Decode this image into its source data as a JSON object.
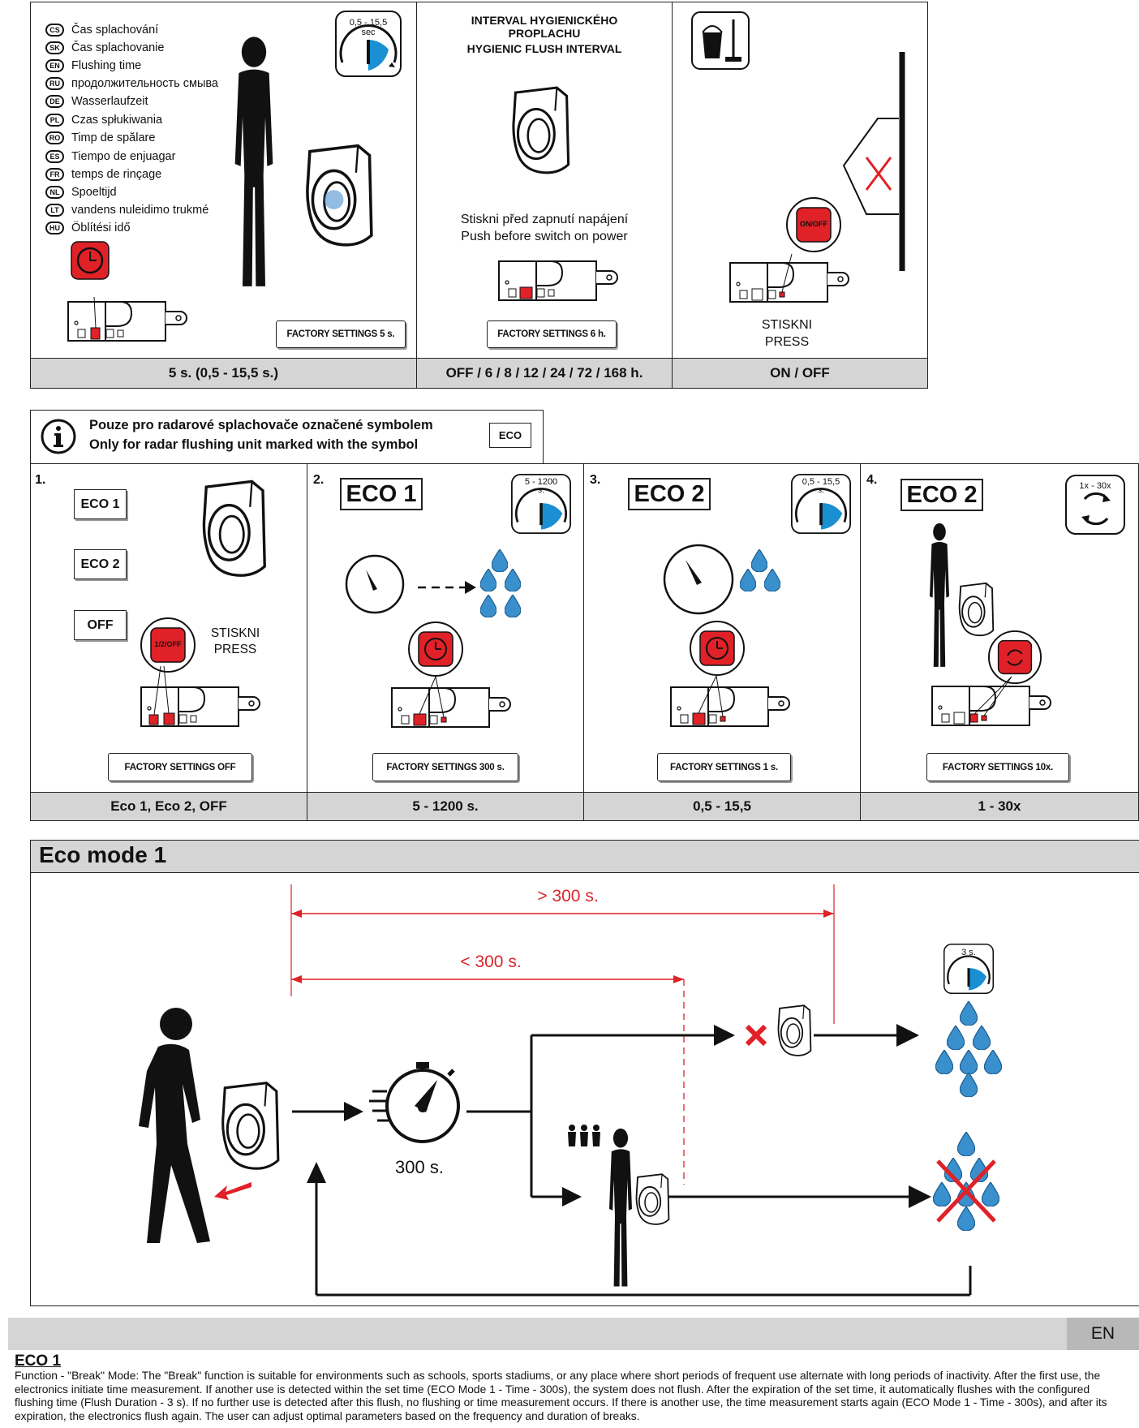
{
  "top": {
    "panel1": {
      "languages": [
        {
          "code": "CS",
          "text": "Čas splachování"
        },
        {
          "code": "SK",
          "text": "Čas splachovanie"
        },
        {
          "code": "EN",
          "text": "Flushing time"
        },
        {
          "code": "RU",
          "text": "продолжительность смыва"
        },
        {
          "code": "DE",
          "text": "Wasserlaufzeit"
        },
        {
          "code": "PL",
          "text": "Czas spłukiwania"
        },
        {
          "code": "RO",
          "text": "Timp de spălare"
        },
        {
          "code": "ES",
          "text": "Tiempo de enjuagar"
        },
        {
          "code": "FR",
          "text": "temps de rinçage"
        },
        {
          "code": "NL",
          "text": "Spoeltijd"
        },
        {
          "code": "LT",
          "text": "vandens nuleidimo trukmé"
        },
        {
          "code": "HU",
          "text": "Öblítési idő"
        }
      ],
      "dial_range": "0,5 - 15,5",
      "dial_unit": "sec",
      "factory": "FACTORY SETTINGS 5 s.",
      "footer": "5 s. (0,5 - 15,5 s.)"
    },
    "panel2": {
      "title_cs": "INTERVAL HYGIENICKÉHO PROPLACHU",
      "title_en": "HYGIENIC FLUSH INTERVAL",
      "instr_cs": "Stiskni před zapnutí napájení",
      "instr_en": "Push before switch on power",
      "factory": "FACTORY SETTINGS 6 h.",
      "footer": "OFF / 6 / 8 / 12 / 24 / 72 / 168 h."
    },
    "panel3": {
      "button_label": "ON/OFF",
      "press_cs": "STISKNI",
      "press_en": "PRESS",
      "footer": "ON / OFF"
    }
  },
  "info": {
    "line_cs": "Pouze pro radarové splachovače označené symbolem",
    "line_en": "Only for radar flushing unit marked with the symbol",
    "symbol": "ECO"
  },
  "steps": [
    {
      "num": "1.",
      "eco1": "ECO 1",
      "eco2": "ECO 2",
      "off": "OFF",
      "button_label": "1/2/OFF",
      "press_cs": "STISKNI",
      "press_en": "PRESS",
      "factory": "FACTORY SETTINGS OFF",
      "footer": "Eco 1, Eco 2, OFF"
    },
    {
      "num": "2.",
      "title": "ECO 1",
      "dial_range": "5 - 1200",
      "dial_unit": "s.",
      "factory": "FACTORY SETTINGS 300 s.",
      "footer": "5 - 1200 s."
    },
    {
      "num": "3.",
      "title": "ECO 2",
      "dial_range": "0,5 - 15,5",
      "dial_unit": "s.",
      "factory": "FACTORY SETTINGS 1 s.",
      "footer": "0,5 - 15,5"
    },
    {
      "num": "4.",
      "title": "ECO 2",
      "dial_range": "1x - 30x",
      "factory": "FACTORY SETTINGS 10x.",
      "footer": "1 - 30x"
    }
  ],
  "eco_mode": {
    "title": "Eco mode 1",
    "gt_label": "> 300 s.",
    "lt_label": "< 300 s.",
    "timer_label": "300 s.",
    "flush_dial": "3 s."
  },
  "text_section": {
    "lang": "EN",
    "heading": "ECO 1",
    "body": "Function - \"Break\" Mode: The \"Break\" function is suitable for environments such as schools, sports stadiums, or any place where short periods of frequent use alternate with long periods of inactivity. After the first use, the electronics initiate time measurement. If another use is detected within the set time (ECO Mode 1 - Time - 300s), the system does not flush. After the expiration of the set time, it automatically flushes with the configured flushing time (Flush Duration - 3 s). If no further use is detected after this flush, no flushing or time measurement occurs. If there is another use, the time measurement starts again (ECO Mode 1 - Time - 300s), and after its expiration, the electronics flush again. The user can adjust optimal parameters based on the frequency and duration of breaks."
  },
  "colors": {
    "accent_red": "#e02127",
    "dial_blue": "#1a8fd1",
    "drop_blue": "#3a8fcd",
    "bar_gray": "#d5d5d5"
  }
}
